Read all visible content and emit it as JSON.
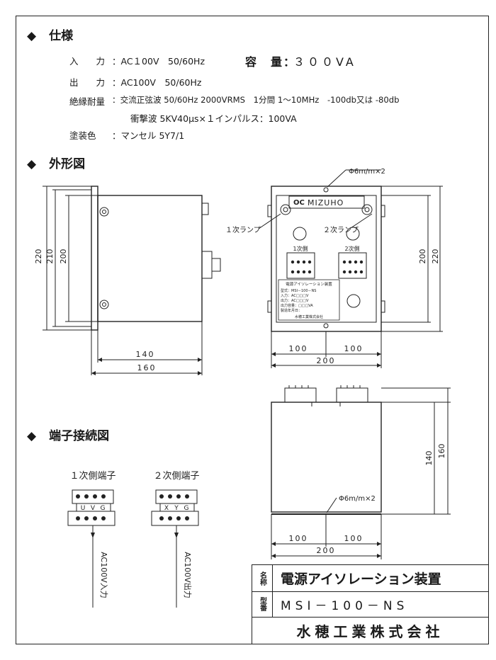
{
  "sections": {
    "spec": "仕様",
    "outline": "外形図",
    "wiring": "端子接続図"
  },
  "spec": {
    "input_label": "入　　力",
    "input_value": "：AC１00V　50/60Hz",
    "capacity_label": "容　量：",
    "capacity_value": "３００VA",
    "output_label": "出　　力",
    "output_value": "：AC100V　50/60Hz",
    "insulation_label": "絶縁耐量",
    "insulation_value": "：交流正弦波 50/60Hz 2000VRMS　1分間 1～10MHz　-100db又は -80db",
    "impulse_value": "衝撃波 5KV40μs×１インパルス：100VA",
    "paint_label": "塗装色",
    "paint_value": "：マンセル 5Y7/1"
  },
  "drawing": {
    "dim_220": "220",
    "dim_210": "210",
    "dim_200": "200",
    "dim_140": "140",
    "dim_160": "160",
    "dim_100": "100",
    "hole_note": "Φ6m/m×2",
    "brand": "MIZUHO",
    "logo": "OC",
    "lamp1": "１次ランプ",
    "lamp2": "２次ランプ",
    "primary_side": "1次側",
    "secondary_side": "2次側",
    "nameplate_title": "電源アイソレーション装置",
    "nameplate_lines": [
      "型式：MSI－100－NS",
      "入力：AC□□□V",
      "出力：AC□□□V",
      "出力容量：□□□VA",
      "製造年月日："
    ],
    "nameplate_maker": "水穂工業株式会社"
  },
  "wiring": {
    "primary_title": "１次側端子",
    "secondary_title": "２次側端子",
    "primary_terminals": [
      "U",
      "V",
      "G"
    ],
    "secondary_terminals": [
      "X",
      "Y",
      "G"
    ],
    "primary_note": "AC100V入力",
    "secondary_note": "AC100V出力"
  },
  "title_block": {
    "name_label": "名称",
    "name_value": "電源アイソレーション装置",
    "model_label": "型番",
    "model_value": "MSI－100－NS",
    "company": "水穂工業株式会社"
  }
}
